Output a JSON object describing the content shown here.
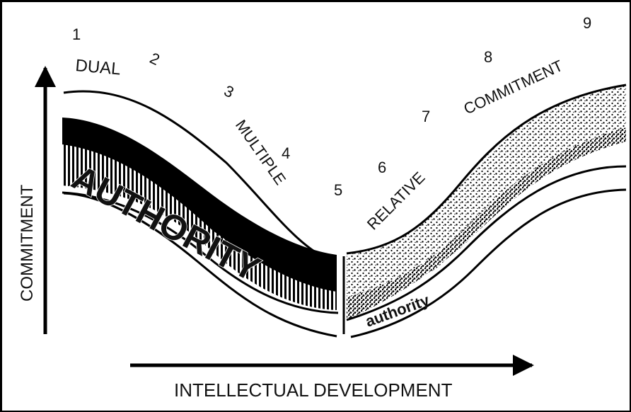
{
  "diagram": {
    "stages": [
      {
        "number": "1",
        "label": "DUAL"
      },
      {
        "number": "2",
        "label": ""
      },
      {
        "number": "3",
        "label": ""
      },
      {
        "number": "4",
        "label": "MULTIPLE"
      },
      {
        "number": "5",
        "label": ""
      },
      {
        "number": "6",
        "label": ""
      },
      {
        "number": "7",
        "label": "RELATIVE"
      },
      {
        "number": "8",
        "label": "COMMITMENT"
      },
      {
        "number": "9",
        "label": ""
      }
    ],
    "band_labels": {
      "left": "AUTHORITY",
      "right": "authority"
    },
    "axes": {
      "y_label": "COMMITMENT",
      "x_label": "INTELLECTUAL DEVELOPMENT"
    }
  }
}
